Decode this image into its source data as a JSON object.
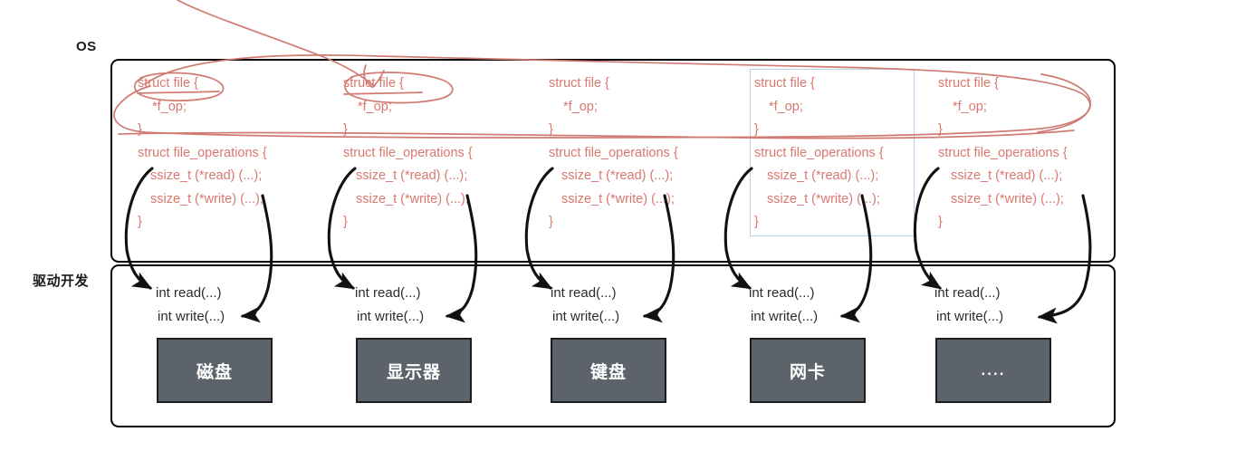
{
  "layers": {
    "os_label": "OS",
    "driver_label": "驱动开发"
  },
  "colors": {
    "struct_text": "#d9786f",
    "driver_text": "#2b2b2b",
    "device_fill": "#5c636b",
    "device_text": "#ffffff",
    "panel_border": "#000000",
    "annotation_red": "#cf7b73",
    "selection_blue": "#b9cfe8",
    "arrow_black": "#111111"
  },
  "os_columns": [
    {
      "id": "col-1",
      "file_struct": [
        "struct file {",
        "*f_op;",
        "}"
      ],
      "fops_struct": [
        "struct file_operations {",
        "ssize_t (*read) (...);",
        "ssize_t (*write) (...);",
        "}"
      ]
    },
    {
      "id": "col-2",
      "file_struct": [
        "struct file {",
        "*f_op;",
        "}"
      ],
      "fops_struct": [
        "struct file_operations {",
        "ssize_t (*read) (...);",
        "ssize_t (*write) (...);",
        "}"
      ]
    },
    {
      "id": "col-3",
      "file_struct": [
        "struct file {",
        "*f_op;",
        "}"
      ],
      "fops_struct": [
        "struct file_operations {",
        "ssize_t (*read) (...);",
        "ssize_t (*write) (...);",
        "}"
      ]
    },
    {
      "id": "col-4",
      "file_struct": [
        "struct file {",
        "*f_op;",
        "}"
      ],
      "fops_struct": [
        "struct file_operations {",
        "ssize_t (*read) (...);",
        "ssize_t (*write) (...);",
        "}"
      ]
    },
    {
      "id": "col-5",
      "file_struct": [
        "struct file {",
        "*f_op;",
        "}"
      ],
      "fops_struct": [
        "struct file_operations {",
        "ssize_t (*read) (...);",
        "ssize_t (*write) (...);",
        "}"
      ]
    }
  ],
  "driver_columns": [
    {
      "id": "drv-1",
      "read": "int  read(...)",
      "write": "int  write(...)",
      "device": "磁盘"
    },
    {
      "id": "drv-2",
      "read": "int  read(...)",
      "write": "int  write(...)",
      "device": "显示器"
    },
    {
      "id": "drv-3",
      "read": "int  read(...)",
      "write": "int  write(...)",
      "device": "键盘"
    },
    {
      "id": "drv-4",
      "read": "int  read(...)",
      "write": "int  write(...)",
      "device": "网卡"
    },
    {
      "id": "drv-5",
      "read": "int  read(...)",
      "write": "int  write(...)",
      "device": "...."
    }
  ],
  "annotations": {
    "selection_rect_target": "col-4",
    "red_loop_description": "hand-drawn red loop encircling all struct-file blocks",
    "red_pointer_description": "hand-drawn red line from top pointing at column 2 struct file"
  }
}
